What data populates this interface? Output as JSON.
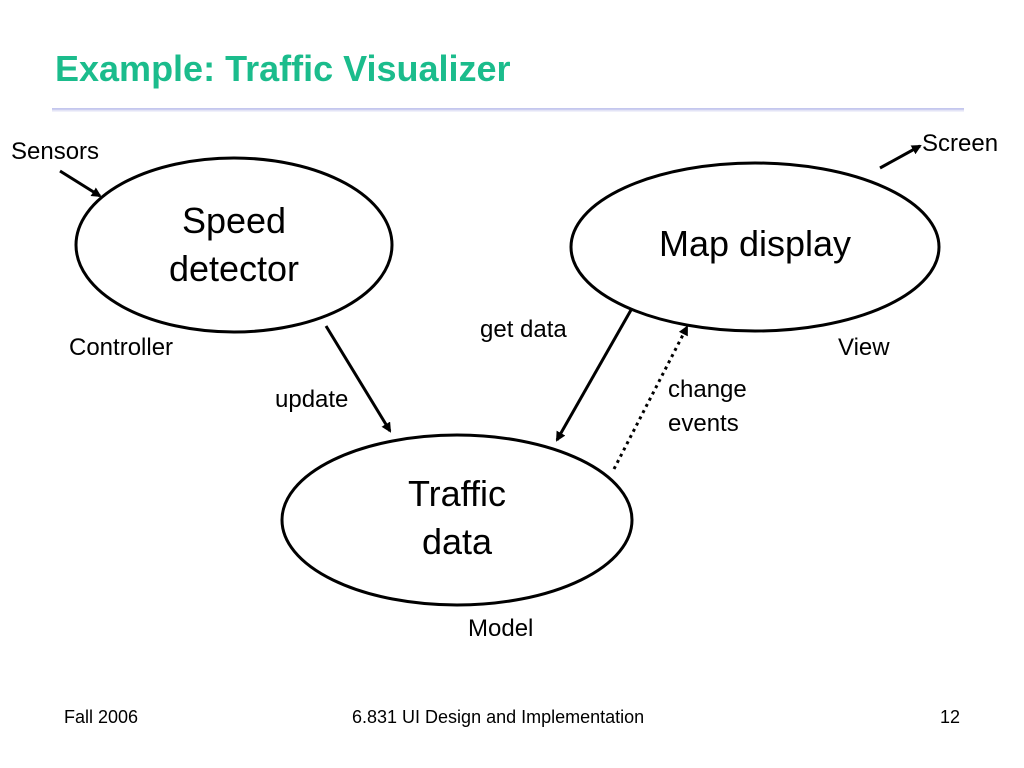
{
  "slide": {
    "title": "Example: Traffic Visualizer"
  },
  "nodes": {
    "speed_detector": "Speed\ndetector",
    "map_display": "Map display",
    "traffic_data": "Traffic\ndata"
  },
  "roles": {
    "controller": "Controller",
    "view": "View",
    "model": "Model"
  },
  "external": {
    "sensors": "Sensors",
    "screen": "Screen"
  },
  "edges": {
    "update": "update",
    "get_data": "get data",
    "change_events": "change\nevents"
  },
  "footer": {
    "term": "Fall 2006",
    "course": "6.831 UI Design and Implementation",
    "page_number": "12"
  }
}
